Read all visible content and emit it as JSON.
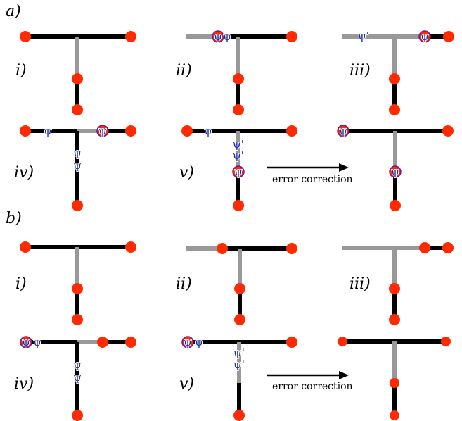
{
  "colors": {
    "segment": "#000000",
    "moved_segment": "#999999",
    "node": "#ff2a00",
    "particle_ring": "#6a1aa0",
    "psi_text": "#1a2a9a"
  },
  "sections": [
    {
      "label": "a)",
      "panels": [
        {
          "label": "i)",
          "left_arm": "black",
          "right_arm": "black",
          "stem": "gray",
          "nodes": [
            "left-end",
            "right-end",
            "stem-mid",
            "stem-bottom"
          ],
          "marks": []
        },
        {
          "label": "ii)",
          "left_arm": "gray",
          "right_arm": "black",
          "stem": "gray",
          "nodes": [
            "right-end",
            "stem-mid",
            "stem-bottom"
          ],
          "marks": [
            {
              "text": "ψ",
              "ringed": true
            },
            {
              "text": "ψ",
              "ringed": false
            }
          ]
        },
        {
          "label": "iii)",
          "left_arm": "gray",
          "right_arm": "black",
          "stem": "gray",
          "nodes": [
            "right-end",
            "stem-mid",
            "stem-bottom"
          ],
          "marks": [
            {
              "text": "ψ'",
              "ringed": false
            },
            {
              "text": "ψ",
              "ringed": true
            }
          ]
        },
        {
          "label": "iv)",
          "left_arm": "black",
          "right_arm": "gray",
          "stem": "black",
          "nodes": [
            "left-end",
            "right-end",
            "stem-bottom"
          ],
          "marks": [
            {
              "text": "ψ",
              "ringed": false
            },
            {
              "text": "ψ",
              "ringed": true
            },
            {
              "text": "ψ",
              "ringed": false
            },
            {
              "text": "ψ",
              "ringed": false
            }
          ]
        },
        {
          "label": "v)",
          "left_arm": "black",
          "right_arm": "black",
          "stem": "gray",
          "nodes": [
            "left-end",
            "right-end",
            "stem-bottom"
          ],
          "marks": [
            {
              "text": "ψ",
              "ringed": false
            },
            {
              "text": "ψ'",
              "ringed": false
            },
            {
              "text": "ψ'",
              "ringed": false
            },
            {
              "text": "ψ",
              "ringed": true
            }
          ]
        },
        {
          "label": "",
          "left_arm": "black",
          "right_arm": "black",
          "stem": "gray",
          "nodes": [
            "right-end",
            "stem-bottom"
          ],
          "marks": [
            {
              "text": "ψ",
              "ringed": true
            },
            {
              "text": "ψ",
              "ringed": true
            }
          ]
        }
      ],
      "arrow_label": "error correction"
    },
    {
      "label": "b)",
      "panels": [
        {
          "label": "i)",
          "left_arm": "black",
          "right_arm": "black",
          "stem": "gray",
          "nodes": [
            "left-end",
            "right-end",
            "stem-mid",
            "stem-bottom"
          ],
          "marks": []
        },
        {
          "label": "ii)",
          "left_arm": "gray",
          "right_arm": "black",
          "stem": "gray",
          "nodes": [
            "junction",
            "right-end",
            "stem-mid",
            "stem-bottom"
          ],
          "marks": []
        },
        {
          "label": "iii)",
          "left_arm": "gray",
          "right_arm": "black",
          "stem": "gray",
          "nodes": [
            "right-inner",
            "right-end",
            "stem-mid",
            "stem-bottom"
          ],
          "marks": []
        },
        {
          "label": "iv)",
          "left_arm": "black",
          "right_arm": "gray",
          "stem": "black",
          "nodes": [
            "right-inner",
            "right-end",
            "stem-bottom"
          ],
          "marks": [
            {
              "text": "ψ",
              "ringed": true
            },
            {
              "text": "ψ",
              "ringed": false
            },
            {
              "text": "ψ",
              "ringed": false
            },
            {
              "text": "ψ",
              "ringed": false
            }
          ]
        },
        {
          "label": "v)",
          "left_arm": "black",
          "right_arm": "black",
          "stem": "gray",
          "nodes": [
            "right-end",
            "stem-bottom"
          ],
          "marks": [
            {
              "text": "ψ",
              "ringed": true
            },
            {
              "text": "ψ",
              "ringed": false
            },
            {
              "text": "ψ'",
              "ringed": false
            },
            {
              "text": "ψ'",
              "ringed": false
            }
          ]
        },
        {
          "label": "",
          "left_arm": "black",
          "right_arm": "black",
          "stem": "gray",
          "nodes": [
            "left-end",
            "right-end",
            "stem-mid",
            "stem-bottom"
          ],
          "marks": []
        }
      ],
      "arrow_label": "error correction"
    }
  ]
}
